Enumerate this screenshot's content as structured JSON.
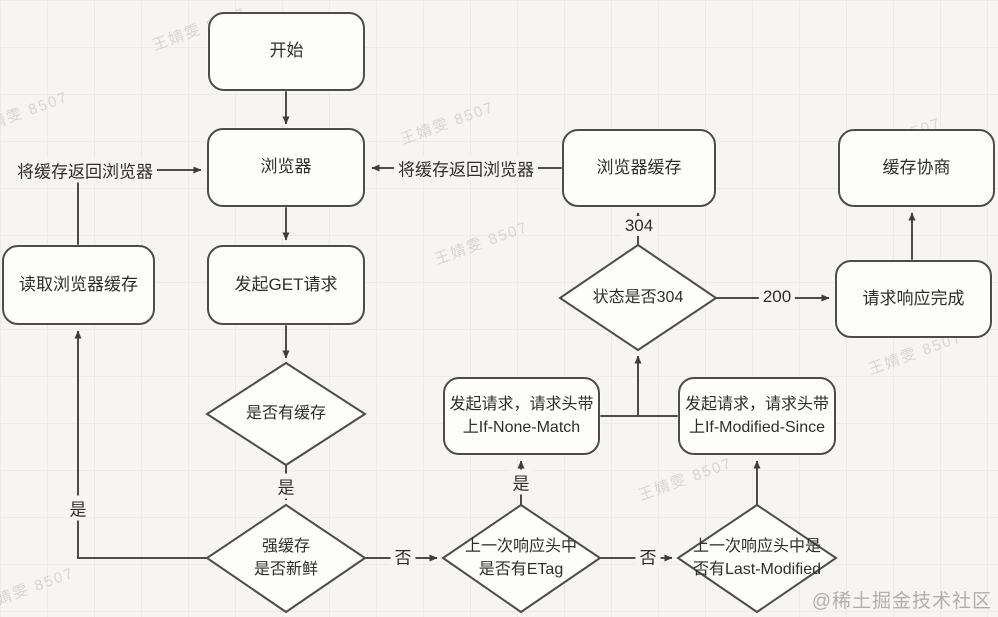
{
  "diagram": {
    "title_hint": "browser-http-cache-flowchart",
    "nodes": {
      "start": {
        "label": "开始"
      },
      "browser": {
        "label": "浏览器"
      },
      "get_request": {
        "label": "发起GET请求"
      },
      "read_browser_cache": {
        "label": "读取浏览器缓存"
      },
      "browser_cache": {
        "label": "浏览器缓存"
      },
      "cache_negotiation": {
        "label": "缓存协商"
      },
      "request_done": {
        "label": "请求响应完成"
      },
      "req_if_none_match": {
        "label": "发起请求，请求头带\n上If-None-Match"
      },
      "req_if_modified_since": {
        "label": "发起请求，请求头带\n上If-Modified-Since"
      },
      "has_cache": {
        "label": "是否有缓存"
      },
      "strong_cache_fresh": {
        "label": "强缓存\n是否新鲜"
      },
      "status_304": {
        "label": "状态是否304"
      },
      "etag_check": {
        "label": "上一次响应头中\n是否有ETag"
      },
      "last_modified_check": {
        "label": "上一次响应头中是\n否有Last-Modified"
      }
    },
    "edge_labels": {
      "return_cache_to_browser": "将缓存返回浏览器",
      "status_304_value": "304",
      "status_200_value": "200",
      "yes": "是",
      "no": "否"
    },
    "colors": {
      "stroke": "#4c4c4c",
      "node_fill": "#fdfdfc",
      "background": "#f6f5f3"
    }
  },
  "watermark": {
    "text": "王婧雯 8507",
    "credit": "@稀土掘金技术社区"
  }
}
